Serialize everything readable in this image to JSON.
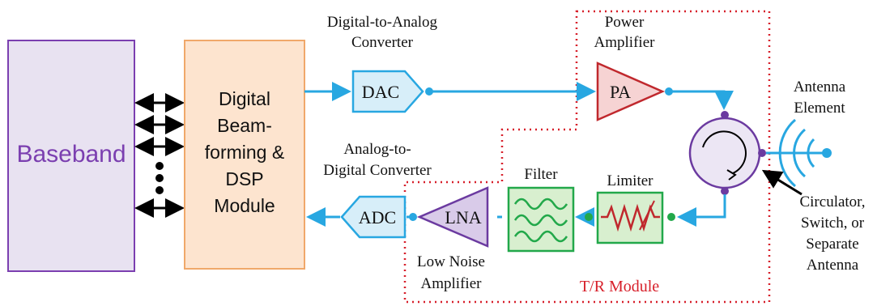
{
  "blocks": {
    "baseband": "Baseband",
    "dsp": [
      "Digital",
      "Beam-",
      "forming &",
      "DSP",
      "Module"
    ],
    "dac": "DAC",
    "adc": "ADC",
    "pa": "PA",
    "lna": "LNA"
  },
  "labels": {
    "dac_title": [
      "Digital-to-Analog",
      "Converter"
    ],
    "adc_title": [
      "Analog-to-",
      "Digital Converter"
    ],
    "pa_title": [
      "Power",
      "Amplifier"
    ],
    "lna_title": [
      "Low Noise",
      "Amplifier"
    ],
    "filter": "Filter",
    "limiter": "Limiter",
    "antenna": [
      "Antenna",
      "Element"
    ],
    "circulator": [
      "Circulator,",
      "Switch, or",
      "Separate",
      "Antenna"
    ],
    "tr_module": "T/R Module"
  },
  "colors": {
    "baseband_fill": "#e8e2f1",
    "baseband_border": "#7b3fb0",
    "dsp_fill": "#fde4cf",
    "dsp_border": "#f0a86a",
    "converter_fill": "#d7eef9",
    "converter_border": "#28a7e1",
    "pa_fill": "#f6d3d3",
    "pa_border": "#c0282d",
    "lna_fill": "#d9cbe9",
    "lna_border": "#6b3aa0",
    "filter_fill": "#d8efcf",
    "filter_border": "#22a84a",
    "wire": "#28a7e1",
    "tr_border": "#d71f2a"
  }
}
